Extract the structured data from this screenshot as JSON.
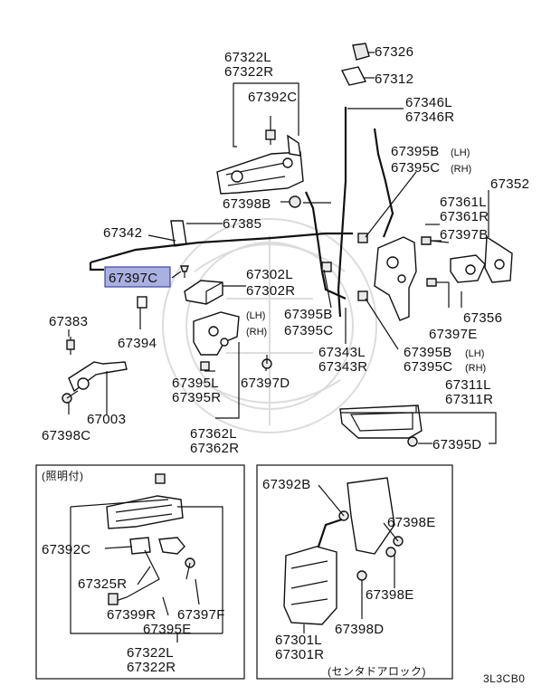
{
  "labels": {
    "p67322L_top": "67322L",
    "p67322R_top": "67322R",
    "p67392C_top": "67392C",
    "p67326": "67326",
    "p67312": "67312",
    "p67346L": "67346L",
    "p67346R": "67346R",
    "p67395B_lh_top": "67395B",
    "p67395C_rh_top": "67395C",
    "lh_tag_1": "(LH)",
    "rh_tag_1": "(RH)",
    "p67352": "67352",
    "p67361L": "67361L",
    "p67361R": "67361R",
    "p67398B": "67398B",
    "p67385": "67385",
    "p67342": "67342",
    "p67397B": "67397B",
    "p67397C": "67397C",
    "p67302L": "67302L",
    "p67302R": "67302R",
    "p67383": "67383",
    "p67394": "67394",
    "lh_tag_2": "(LH)",
    "rh_tag_2": "(RH)",
    "p67395B_mid": "67395B",
    "p67395C_mid": "67395C",
    "p67356": "67356",
    "p67397E": "67397E",
    "p67343L": "67343L",
    "p67343R": "67343R",
    "p67395B_lh_low": "67395B",
    "p67395C_rh_low": "67395C",
    "lh_tag_3": "(LH)",
    "rh_tag_3": "(RH)",
    "p67395L": "67395L",
    "p67395R": "67395R",
    "p67397D": "67397D",
    "p67311L": "67311L",
    "p67311R": "67311R",
    "p67003": "67003",
    "p67398C": "67398C",
    "p67362L": "67362L",
    "p67362R": "67362R",
    "p67395D": "67395D",
    "box1_title": "(照明付)",
    "p67392C_box": "67392C",
    "p67325R": "67325R",
    "p67399R": "67399R",
    "p67397F": "67397F",
    "p67395E": "67395E",
    "p67322L_box": "67322L",
    "p67322R_box": "67322R",
    "p67392B": "67392B",
    "p67398E_1": "67398E",
    "p67398E_2": "67398E",
    "p67398D": "67398D",
    "p67301L": "67301L",
    "p67301R": "67301R",
    "box2_caption": "(センタドアロック)",
    "diagram_code": "3L3CB0"
  },
  "highlight": {
    "part": "67397C",
    "color": "#aab0e0"
  }
}
